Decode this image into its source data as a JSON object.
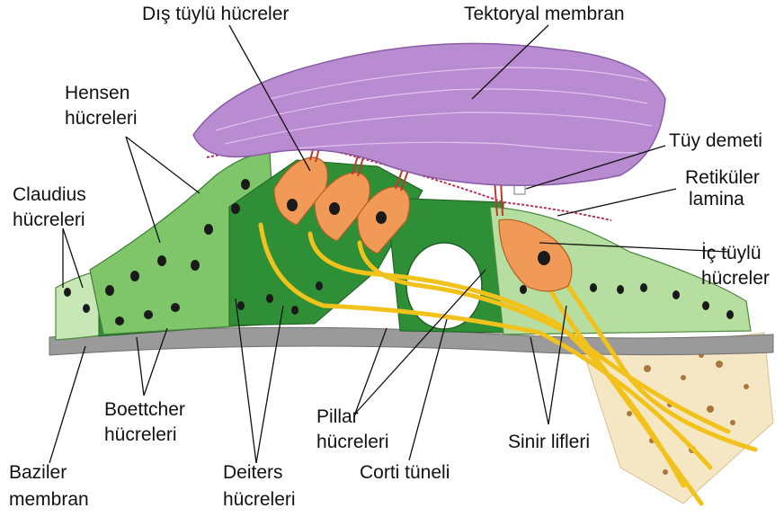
{
  "labels": {
    "dis_tuylu": "Dış tüylü hücreler",
    "tektoryal": "Tektoryal membran",
    "hensen_1": "Hensen",
    "hensen_2": "hücreleri",
    "tuy_demeti": "Tüy demeti",
    "retikuler_1": "Retiküler",
    "retikuler_2": "lamina",
    "claudius_1": "Claudius",
    "claudius_2": "hücreleri",
    "ic_tuylu_1": "İç tüylü",
    "ic_tuylu_2": "hücreler",
    "boettcher_1": "Boettcher",
    "boettcher_2": "hücreleri",
    "pillar_1": "Pillar",
    "pillar_2": "hücreleri",
    "sinir": "Sinir lifleri",
    "baziler_1": "Baziler",
    "baziler_2": "membran",
    "deiters_1": "Deiters",
    "deiters_2": "hücreleri",
    "corti": "Corti tüneli"
  },
  "colors": {
    "tectorial": "#b98bd0",
    "hensen_green": "#7fc56a",
    "claudius_green": "#c7e8b6",
    "dark_green": "#2f8f36",
    "hair_cell": "#f19a58",
    "nerve": "#f2c21c",
    "basilar": "#8a8a8a",
    "bone": "#f6e7c4"
  }
}
